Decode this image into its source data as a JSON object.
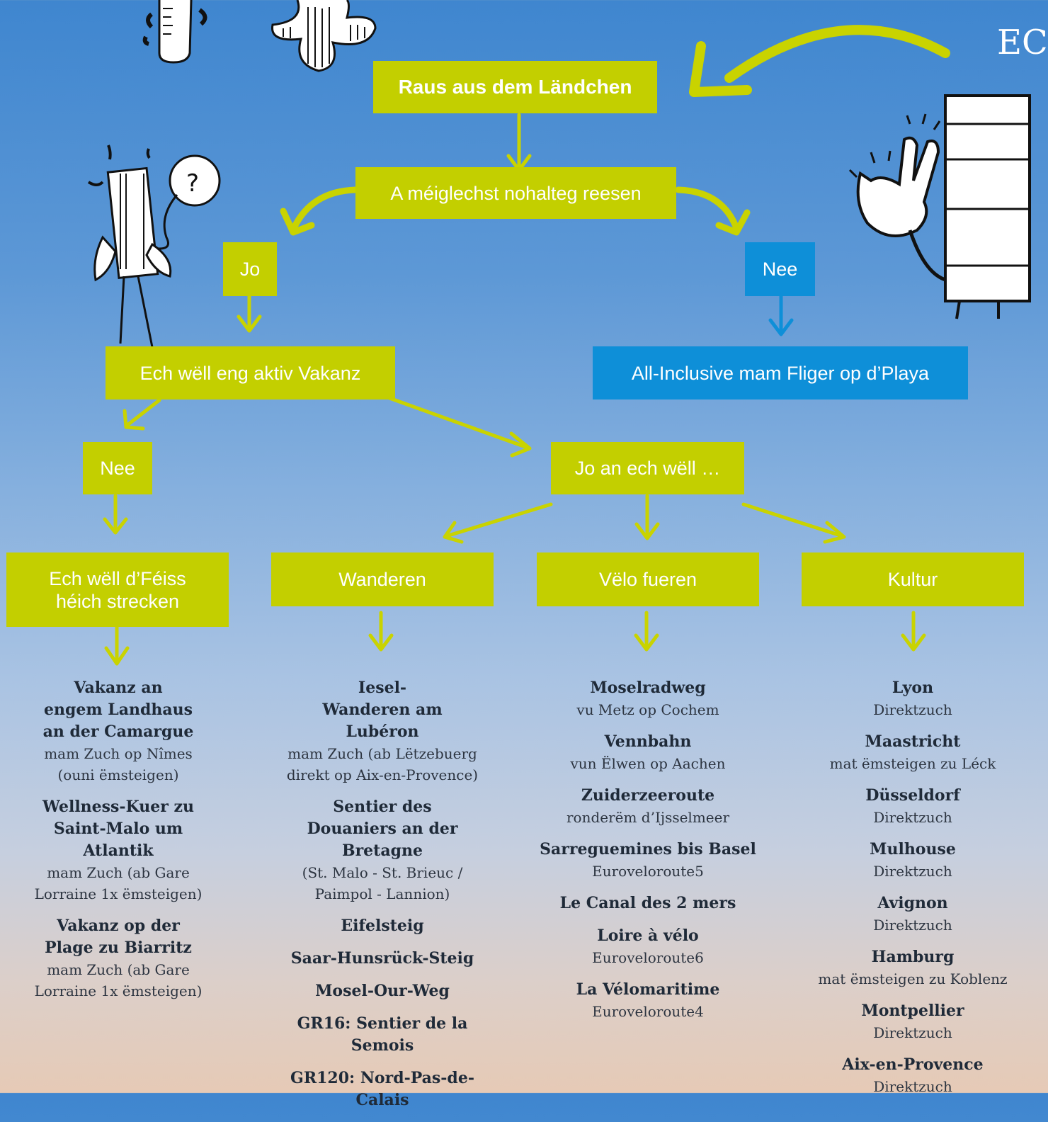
{
  "brand": "EC",
  "top": {
    "title": "Raus aus dem Ländchen",
    "question": "A méiglechst nohalteg reesen"
  },
  "left": {
    "yes": "Jo",
    "active": "Ech wëll eng aktiv Vakanz"
  },
  "right": {
    "no": "Nee",
    "allinclusive": "All-Inclusive mam Fliger op d’Playa"
  },
  "branch": {
    "no": "Nee",
    "yes": "Jo an ech wëll …"
  },
  "categories": [
    {
      "label": "Ech wëll d’Féiss héich strecken"
    },
    {
      "label": "Wanderen"
    },
    {
      "label": "Vëlo fueren"
    },
    {
      "label": "Kultur"
    }
  ],
  "columns": [
    {
      "items": [
        {
          "title": "Vakanz an engem Landhaus an der Camargue",
          "sub": "mam Zuch op Nîmes (ouni ëmsteigen)"
        },
        {
          "title": "Wellness-Kuer zu Saint-Malo um Atlantik",
          "sub": "mam Zuch (ab Gare Lorraine 1x ëmsteigen)"
        },
        {
          "title": "Vakanz op der Plage zu Biarritz",
          "sub": "mam Zuch (ab Gare Lorraine 1x ëmsteigen)"
        }
      ]
    },
    {
      "items": [
        {
          "title": "Iesel-Wanderen am Lubéron",
          "sub": "mam Zuch (ab Lëtzebuerg direkt op Aix-en-Provence)"
        },
        {
          "title": "Sentier des Douaniers an der Bretagne",
          "sub": "(St. Malo - St. Brieuc / Paimpol - Lannion)"
        },
        {
          "title": "Eifelsteig",
          "sub": ""
        },
        {
          "title": "Saar-Hunsrück-Steig",
          "sub": ""
        },
        {
          "title": "Mosel-Our-Weg",
          "sub": ""
        },
        {
          "title": "GR16: Sentier de la Semois",
          "sub": ""
        },
        {
          "title": "GR120: Nord-Pas-de-Calais",
          "sub": ""
        }
      ]
    },
    {
      "items": [
        {
          "title": "Moselradweg",
          "sub": "vu Metz op Cochem"
        },
        {
          "title": "Vennbahn",
          "sub": "vun Ëlwen op Aachen"
        },
        {
          "title": "Zuiderzeeroute",
          "sub": "ronderëm d’Ijsselmeer"
        },
        {
          "title": "Sarreguemines bis Basel",
          "sub": "Euroveloroute5"
        },
        {
          "title": "Le Canal des 2 mers",
          "sub": ""
        },
        {
          "title": "Loire à vélo",
          "sub": "Euroveloroute6"
        },
        {
          "title": "La Vélomaritime",
          "sub": "Euroveloroute4"
        }
      ]
    },
    {
      "items": [
        {
          "title": "Lyon",
          "sub": "Direktzuch"
        },
        {
          "title": "Maastricht",
          "sub": "mat ëmsteigen zu Léck"
        },
        {
          "title": "Düsseldorf",
          "sub": "Direktzuch"
        },
        {
          "title": "Mulhouse",
          "sub": "Direktzuch"
        },
        {
          "title": "Avignon",
          "sub": "Direktzuch"
        },
        {
          "title": "Hamburg",
          "sub": "mat ëmsteigen zu Koblenz"
        },
        {
          "title": "Montpellier",
          "sub": "Direktzuch"
        },
        {
          "title": "Aix-en-Provence",
          "sub": "Direktzuch"
        }
      ]
    }
  ],
  "colors": {
    "green": "#c3cf00",
    "blue": "#0e8fd8",
    "line": "#c9d300"
  }
}
